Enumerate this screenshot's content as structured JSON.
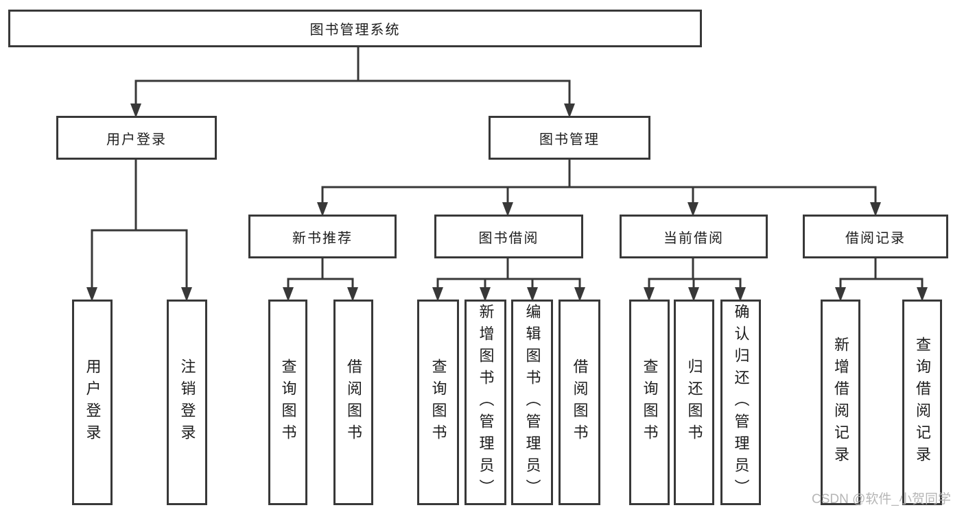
{
  "tree": {
    "root": "图书管理系统",
    "branches": {
      "user_login": {
        "label": "用户登录",
        "children": [
          "用户登录",
          "注销登录"
        ]
      },
      "book_mgmt": {
        "label": "图书管理",
        "children": {
          "new_book": {
            "label": "新书推荐",
            "children": [
              "查询图书",
              "借阅图书"
            ]
          },
          "book_borrow": {
            "label": "图书借阅",
            "children": [
              "查询图书",
              "新增图书（管理员）",
              "编辑图书（管理员）",
              "借阅图书"
            ]
          },
          "current_borrow": {
            "label": "当前借阅",
            "children": [
              "查询图书",
              "归还图书",
              "确认归还（管理员）"
            ]
          },
          "borrow_record": {
            "label": "借阅记录",
            "children": [
              "新增借阅记录",
              "查询借阅记录"
            ]
          }
        }
      }
    }
  },
  "watermark": "CSDN @软件_小贺同学",
  "colors": {
    "line": "#383838",
    "box_border": "#383838",
    "text": "#1d1d1d",
    "watermark": "#b2b2b2",
    "background": "#ffffff"
  }
}
